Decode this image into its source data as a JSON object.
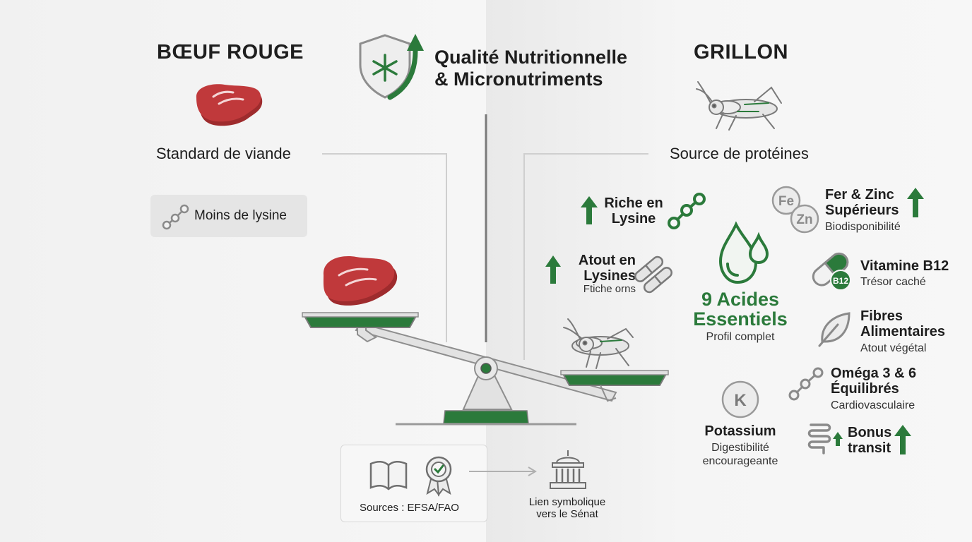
{
  "left": {
    "title": "BŒUF ROUGE",
    "subtitle": "Standard de viande",
    "pill_label": "Moins de lysine"
  },
  "header": {
    "line1": "Qualité Nutritionnelle",
    "line2": "& Micronutriments"
  },
  "right": {
    "title": "GRILLON",
    "subtitle": "Source de protéines",
    "lysine_rich": {
      "line1": "Riche en",
      "line2": "Lysine"
    },
    "lysine_asset": {
      "line1": "Atout en",
      "line2": "Lysines",
      "line3": "Ftiche orns"
    },
    "iron_zinc": {
      "title1": "Fer & Zinc",
      "title2": "Supérieurs",
      "sub": "Biodisponibilité",
      "fe": "Fe",
      "zn": "Zn"
    },
    "amino": {
      "line1": "9 Acides",
      "line2": "Essentiels",
      "sub": "Profil complet"
    },
    "b12": {
      "title": "Vitamine B12",
      "sub": "Trésor caché",
      "badge": "B12"
    },
    "fibres": {
      "title1": "Fibres",
      "title2": "Alimentaires",
      "sub": "Atout végétal"
    },
    "omega": {
      "title1": "Oméga 3 & 6",
      "title2": "Équilibrés",
      "sub": "Cardiovasculaire"
    },
    "potassium": {
      "title": "Potassium",
      "sub1": "Digestibilité",
      "sub2": "encourageante",
      "letter": "K"
    },
    "transit": {
      "title1": "Bonus",
      "title2": "transit"
    }
  },
  "footer": {
    "sources": "Sources : EFSA/FAO",
    "senate_line1": "Lien symbolique",
    "senate_line2": "vers le Sénat"
  },
  "colors": {
    "green": "#2b7a3b",
    "red": "#c0393b",
    "gray": "#9a9a9a"
  }
}
